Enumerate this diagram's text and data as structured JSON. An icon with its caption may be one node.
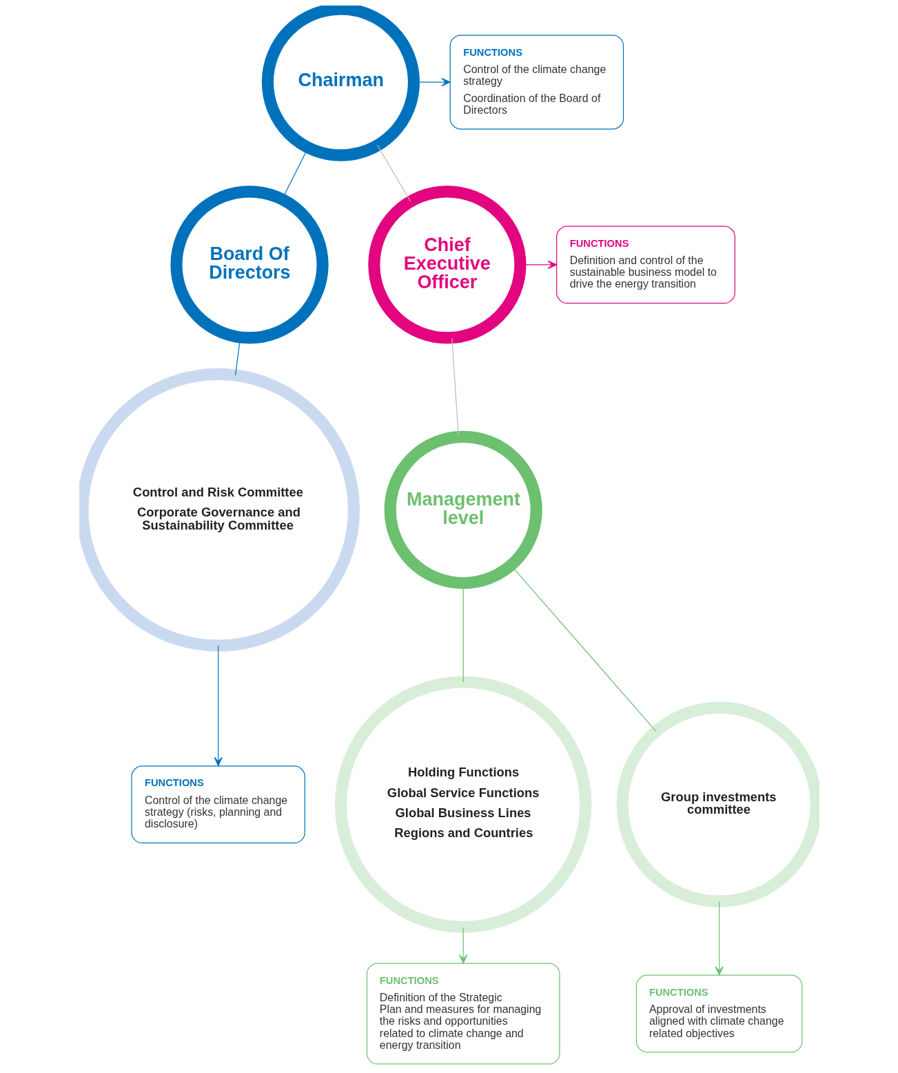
{
  "diagram": {
    "nodes": [
      {
        "text": [
          "Chairman"
        ]
      },
      {
        "text": [
          "FUNCTIONS",
          "Control of the climate change strategy",
          "Coordination of the Board of Directors"
        ]
      },
      {
        "text": [
          "Board Of Directors"
        ]
      },
      {
        "text": [
          "Chief Executive Officer"
        ]
      },
      {
        "text": [
          "FUNCTIONS",
          "Definition and control of the sustainable business model to drive the energy transition"
        ]
      },
      {
        "text": [
          "Control and Risk Committee",
          "Corporate Governance and Sustainability Committee"
        ]
      },
      {
        "text": [
          "FUNCTIONS",
          "Control of the climate change strategy (risks, planning and disclosure)"
        ]
      },
      {
        "text": [
          "Management level"
        ]
      },
      {
        "text": [
          "Holding Functions",
          "Global Service Functions",
          "Global Business Lines",
          "Regions and Countries"
        ]
      },
      {
        "text": [
          "FUNCTIONS",
          "Definition of the Strategic Plan and measures for managing the risks and opportunities related to climate change and energy transition"
        ]
      },
      {
        "text": [
          "Group investments committee"
        ]
      },
      {
        "text": [
          "FUNCTIONS",
          "Approval of investments aligned with climate change related objectives"
        ]
      }
    ],
    "edges": [
      {
        "from": 0,
        "to": 1,
        "arrow": "to",
        "color": "#0072bc"
      },
      {
        "from": 0,
        "to": 2,
        "arrow": "none",
        "color": "#0072bc"
      },
      {
        "from": 0,
        "to": 3,
        "arrow": "none",
        "color": "#bbbbbb"
      },
      {
        "from": 3,
        "to": 4,
        "arrow": "to",
        "color": "#e2057f"
      },
      {
        "from": 2,
        "to": 5,
        "arrow": "none",
        "color": "#0072bc"
      },
      {
        "from": 5,
        "to": 6,
        "arrow": "to",
        "color": "#0072bc"
      },
      {
        "from": 3,
        "to": 7,
        "arrow": "none",
        "color": "#bbbbbb"
      },
      {
        "from": 7,
        "to": 8,
        "arrow": "none",
        "color": "#6cc070"
      },
      {
        "from": 7,
        "to": 10,
        "arrow": "none",
        "color": "#6cc070"
      },
      {
        "from": 8,
        "to": 9,
        "arrow": "to",
        "color": "#6cc070"
      },
      {
        "from": 10,
        "to": 11,
        "arrow": "to",
        "color": "#6cc070"
      }
    ]
  }
}
